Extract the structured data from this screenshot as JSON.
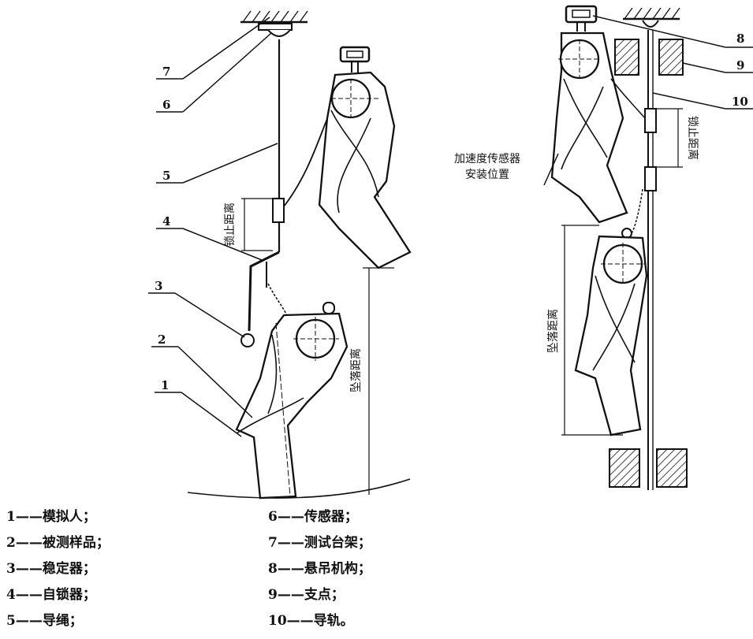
{
  "callouts": {
    "n1": "1",
    "n2": "2",
    "n3": "3",
    "n4": "4",
    "n5": "5",
    "n6": "6",
    "n7": "7",
    "n8": "8",
    "n9": "9",
    "n10": "10"
  },
  "left_figure": {
    "lock_distance": "锁止距离",
    "fall_distance": "坠落距离"
  },
  "right_figure": {
    "lock_distance": "锁止距离",
    "fall_distance": "坠落距离",
    "accel_sensor_line1": "加速度传感器",
    "accel_sensor_line2": "安装位置"
  },
  "legend": [
    {
      "num": "1",
      "dash": "——",
      "text": "模拟人；"
    },
    {
      "num": "2",
      "dash": "——",
      "text": "被测样品；"
    },
    {
      "num": "3",
      "dash": "——",
      "text": "稳定器；"
    },
    {
      "num": "4",
      "dash": "——",
      "text": "自锁器；"
    },
    {
      "num": "5",
      "dash": "——",
      "text": "导绳；"
    },
    {
      "num": "6",
      "dash": "——",
      "text": "传感器；"
    },
    {
      "num": "7",
      "dash": "——",
      "text": "测试台架；"
    },
    {
      "num": "8",
      "dash": "——",
      "text": "悬吊机构；"
    },
    {
      "num": "9",
      "dash": "——",
      "text": "支点；"
    },
    {
      "num": "10",
      "dash": "——",
      "text": "导轨。"
    }
  ]
}
